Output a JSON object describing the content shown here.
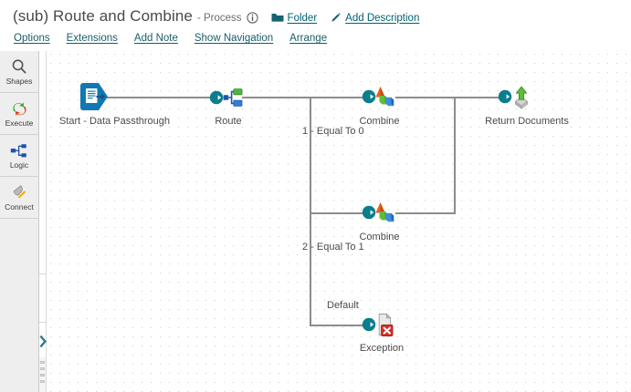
{
  "header": {
    "title": "(sub) Route and Combine",
    "subtitle": "- Process",
    "info_icon": "info-circle-icon",
    "links": [
      {
        "label": "Folder",
        "icon": "folder-icon"
      },
      {
        "label": "Add Description",
        "icon": "pencil-icon"
      }
    ],
    "menu": [
      {
        "label": "Options"
      },
      {
        "label": "Extensions"
      },
      {
        "label": "Add Note"
      },
      {
        "label": "Show Navigation"
      },
      {
        "label": "Arrange"
      }
    ]
  },
  "sidebar": {
    "items": [
      {
        "label": "Shapes",
        "icon": "magnifier-icon"
      },
      {
        "label": "Execute",
        "icon": "execute-arrows-icon"
      },
      {
        "label": "Logic",
        "icon": "logic-nodes-icon"
      },
      {
        "label": "Connect",
        "icon": "connector-plug-icon"
      }
    ]
  },
  "canvas": {
    "nodes": [
      {
        "id": "start",
        "label": "Start - Data Passthrough",
        "icon": "start-document-icon"
      },
      {
        "id": "route",
        "label": "Route",
        "icon": "route-branch-icon"
      },
      {
        "id": "combine1",
        "label": "Combine",
        "icon": "combine-shapes-icon"
      },
      {
        "id": "return",
        "label": "Return Documents",
        "icon": "return-documents-icon"
      },
      {
        "id": "combine2",
        "label": "Combine",
        "icon": "combine-shapes-icon"
      },
      {
        "id": "exception",
        "label": "Exception",
        "icon": "exception-document-icon"
      }
    ],
    "edge_labels": [
      {
        "id": "branch1",
        "label": "1 - Equal To 0"
      },
      {
        "id": "branch2",
        "label": "2 - Equal To 1"
      },
      {
        "id": "branch3",
        "label": "Default"
      }
    ]
  },
  "colors": {
    "link": "#006272",
    "menu_link": "#1a5d68",
    "connector": "#8c8c8c",
    "node_blue": "#1f7fc0",
    "arrow_teal": "#0b7d8c",
    "grid_dot": "#cfcfcf",
    "rail_bg": "#eeeeee"
  }
}
